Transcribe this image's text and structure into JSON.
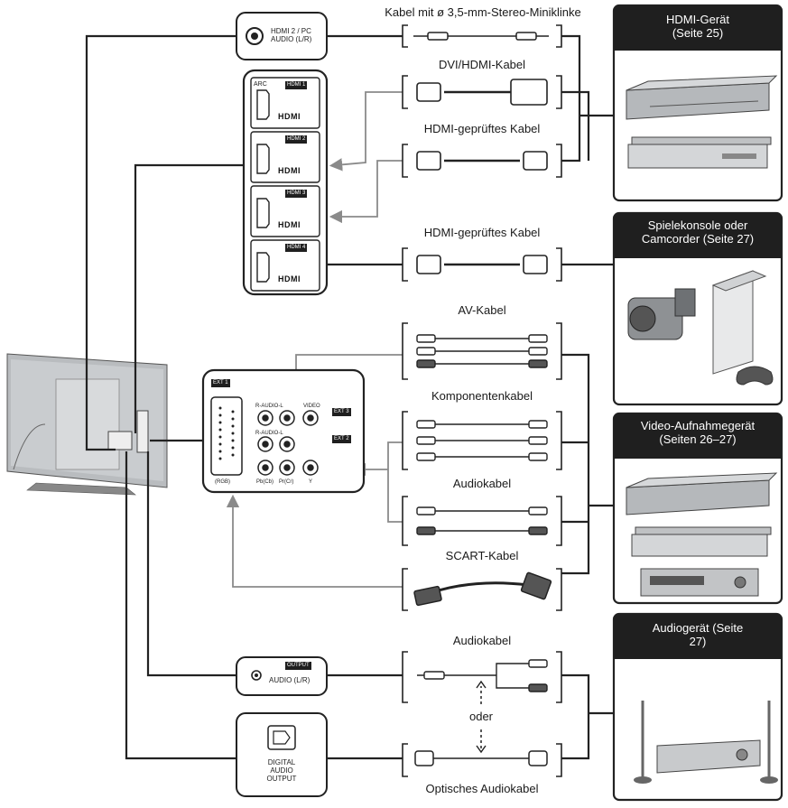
{
  "inputs": {
    "hdmi2_pc_audio": "HDMI 2 / PC AUDIO (L/R)",
    "hdmi_ports": [
      "HDMI 1",
      "HDMI 2",
      "HDMI 3",
      "HDMI 4"
    ],
    "arc": "ARC",
    "hdmi_logo": "HDMI",
    "ext1": "EXT 1",
    "ext2": "EXT 2",
    "ext3": "EXT 3",
    "rgb": "(RGB)",
    "r_audio_l_top": "R-AUDIO-L",
    "video": "VIDEO",
    "r_audio_l_bottom": "R-AUDIO-L",
    "pb_cb": "Pb(Cb)",
    "pr_cr": "Pr(Cr)",
    "y": "Y",
    "output_label": "OUTPUT",
    "output_audio": "AUDIO (L/R)",
    "digital_audio_output": "DIGITAL AUDIO OUTPUT"
  },
  "cables": {
    "minijack": "Kabel mit ø 3,5-mm-Stereo-Miniklinke",
    "dvi_hdmi": "DVI/HDMI-Kabel",
    "hdmi_certified_1": "HDMI-geprüftes Kabel",
    "hdmi_certified_2": "HDMI-geprüftes Kabel",
    "av": "AV-Kabel",
    "component": "Komponentenkabel",
    "audio_1": "Audiokabel",
    "scart": "SCART-Kabel",
    "audio_2": "Audiokabel",
    "or": "oder",
    "optical": "Optisches Audiokabel"
  },
  "devices": {
    "hdmi_device": "HDMI-Gerät (Seite 25)",
    "console": "Spielekonsole oder Camcorder (Seite 27)",
    "recorder": "Video-Aufnahmegerät (Seiten 26–27)",
    "audio": "Audiogerät (Seite 27)"
  },
  "colors": {
    "line": "#222222",
    "gray_line": "#8a8a8a",
    "header_bg": "#1f1f1f"
  }
}
